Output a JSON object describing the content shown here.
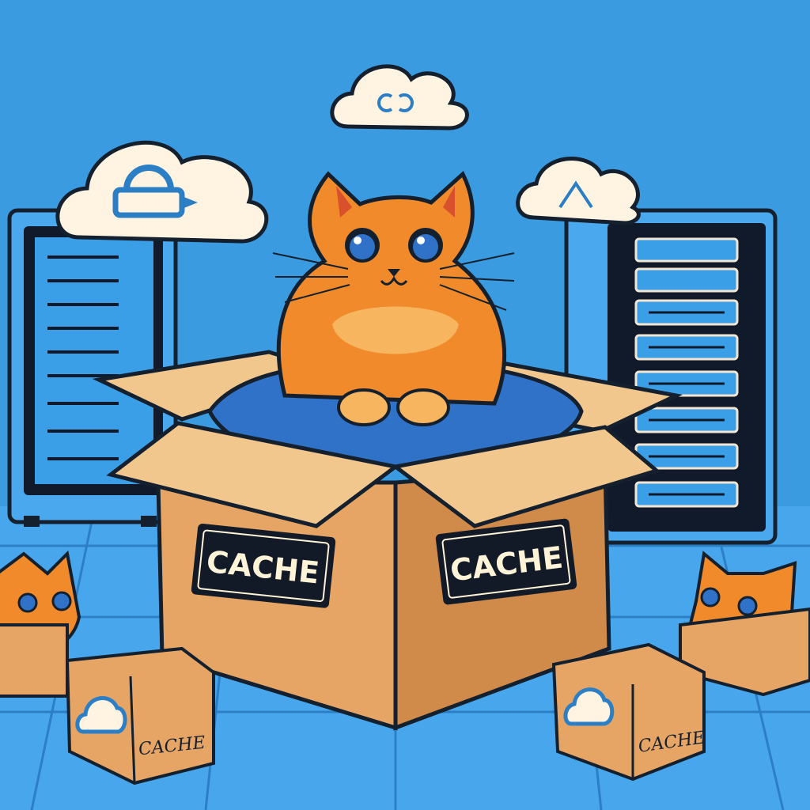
{
  "scene": {
    "main_box_label_left": "CACHE",
    "main_box_label_right": "CACHE",
    "small_box_label_left": "CACHE",
    "small_box_label_right": "CACHE"
  },
  "colors": {
    "background": "#3a9be0",
    "floor": "#47a6ec",
    "outline": "#14202e",
    "cardboard": "#e6a565",
    "cardboard_shade": "#d08a4a",
    "cardboard_light": "#f2c78e",
    "cat_orange": "#f08a2a",
    "cat_light": "#f7b560",
    "cushion": "#2f72c7",
    "cloud": "#fff3e2",
    "label_bg": "#111a26",
    "label_text": "#fff3d8",
    "server_body": "#4aa8ee",
    "server_dark": "#101a2a",
    "drive_blue": "#3b9fe8"
  },
  "icons": [
    "cloud-sync-icon",
    "cloud-lock-icon",
    "cloud-upload-icon",
    "cloud-icon"
  ]
}
